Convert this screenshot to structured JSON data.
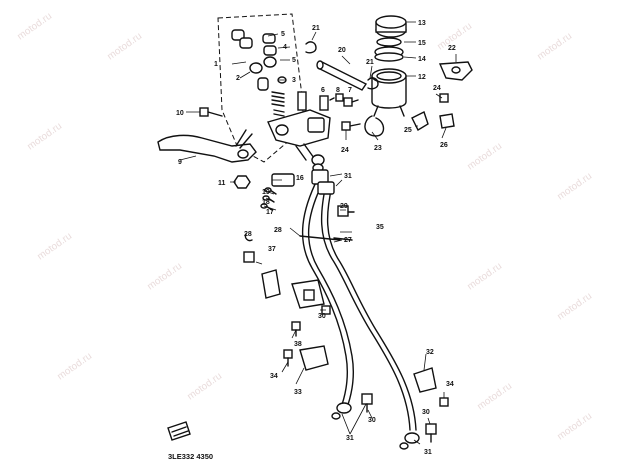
{
  "diagram": {
    "code": "3LE332 4350",
    "watermark": "motod.ru",
    "labels": {
      "p1": "1",
      "p2": "2",
      "p3": "3",
      "p4": "4",
      "p5": "5",
      "p6": "6",
      "p7": "7",
      "p8": "8",
      "p9": "9",
      "p10": "10",
      "p11": "11",
      "p12": "12",
      "p13": "13",
      "p14": "14",
      "p15": "15",
      "p16": "16",
      "p17": "17",
      "p18": "18",
      "p19": "19",
      "p20": "20",
      "p21": "21",
      "p21b": "21",
      "p22": "22",
      "p23": "23",
      "p24": "24",
      "p24b": "24",
      "p25": "25",
      "p26": "26",
      "p27": "27",
      "p28": "28",
      "p28b": "28",
      "p29": "29",
      "p30": "30",
      "p30b": "30",
      "p30c": "30",
      "p31": "31",
      "p31b": "31",
      "p31c": "31",
      "p32": "32",
      "p33": "33",
      "p34": "34",
      "p34b": "34",
      "p35": "35",
      "p37": "37",
      "p38": "38"
    }
  }
}
